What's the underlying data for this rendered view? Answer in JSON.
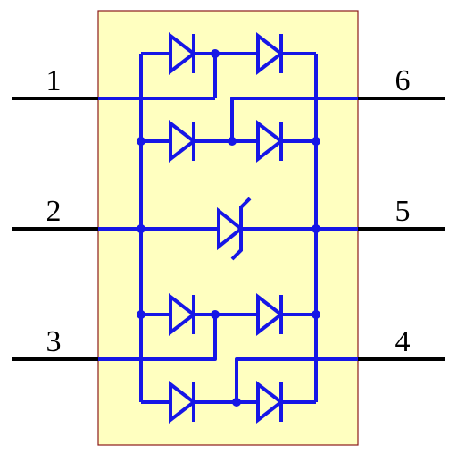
{
  "diagram": {
    "package": {
      "fill": "#ffffc0",
      "border": "#8b1a1a"
    },
    "wire_color": "#1616e6",
    "pin_color": "#000000",
    "pins": [
      {
        "number": "1",
        "side": "left"
      },
      {
        "number": "2",
        "side": "left"
      },
      {
        "number": "3",
        "side": "left"
      },
      {
        "number": "6",
        "side": "right"
      },
      {
        "number": "5",
        "side": "right"
      },
      {
        "number": "4",
        "side": "right"
      }
    ],
    "components": {
      "diodes": 8,
      "zener_diodes": 1
    }
  }
}
